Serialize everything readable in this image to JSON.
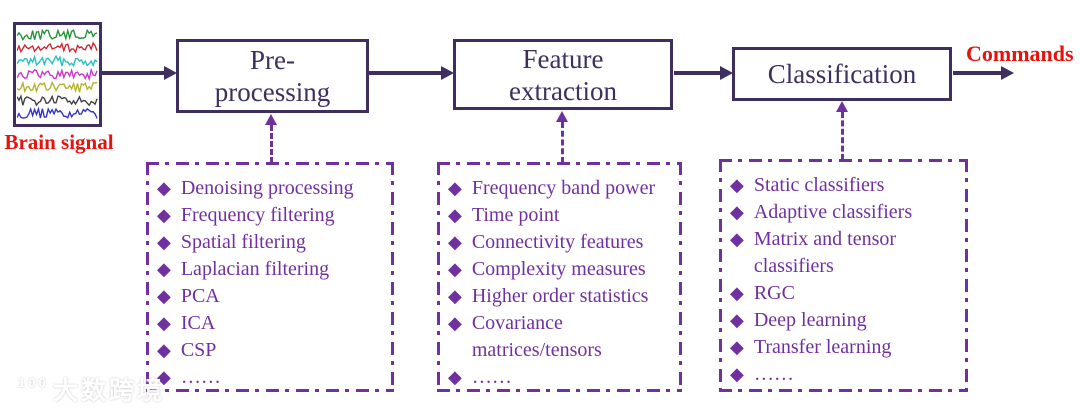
{
  "colors": {
    "dark_outline": "#3e2f5e",
    "purple_accent": "#7030a0",
    "red_label": "#e8120c",
    "trace_colors": [
      "#23923a",
      "#d12430",
      "#23c0c0",
      "#cc33cc",
      "#b4b227",
      "#3f3f3f",
      "#3030d0"
    ]
  },
  "flow": {
    "source_label": "Brain signal",
    "stages": [
      {
        "lines": [
          "Pre-",
          "processing"
        ]
      },
      {
        "lines": [
          "Feature",
          "extraction"
        ]
      },
      {
        "lines": [
          "Classification"
        ]
      }
    ],
    "output_label": "Commands"
  },
  "panels": [
    {
      "bullet": "◆",
      "items": [
        "Denoising processing",
        "Frequency filtering",
        "Spatial filtering",
        "Laplacian filtering",
        "PCA",
        "ICA",
        "CSP",
        "……"
      ]
    },
    {
      "bullet": "◆",
      "items": [
        "Frequency band power",
        "Time point",
        "Connectivity features",
        "Complexity measures",
        "Higher order statistics",
        "Covariance\nmatrices/tensors",
        "……"
      ]
    },
    {
      "bullet": "◆",
      "items": [
        "Static classifiers",
        "Adaptive classifiers",
        "Matrix and tensor\nclassifiers",
        "RGC",
        "Deep learning",
        "Transfer learning",
        "……"
      ]
    }
  ],
  "watermark": {
    "logo_text": "100",
    "text": "大数跨境"
  }
}
